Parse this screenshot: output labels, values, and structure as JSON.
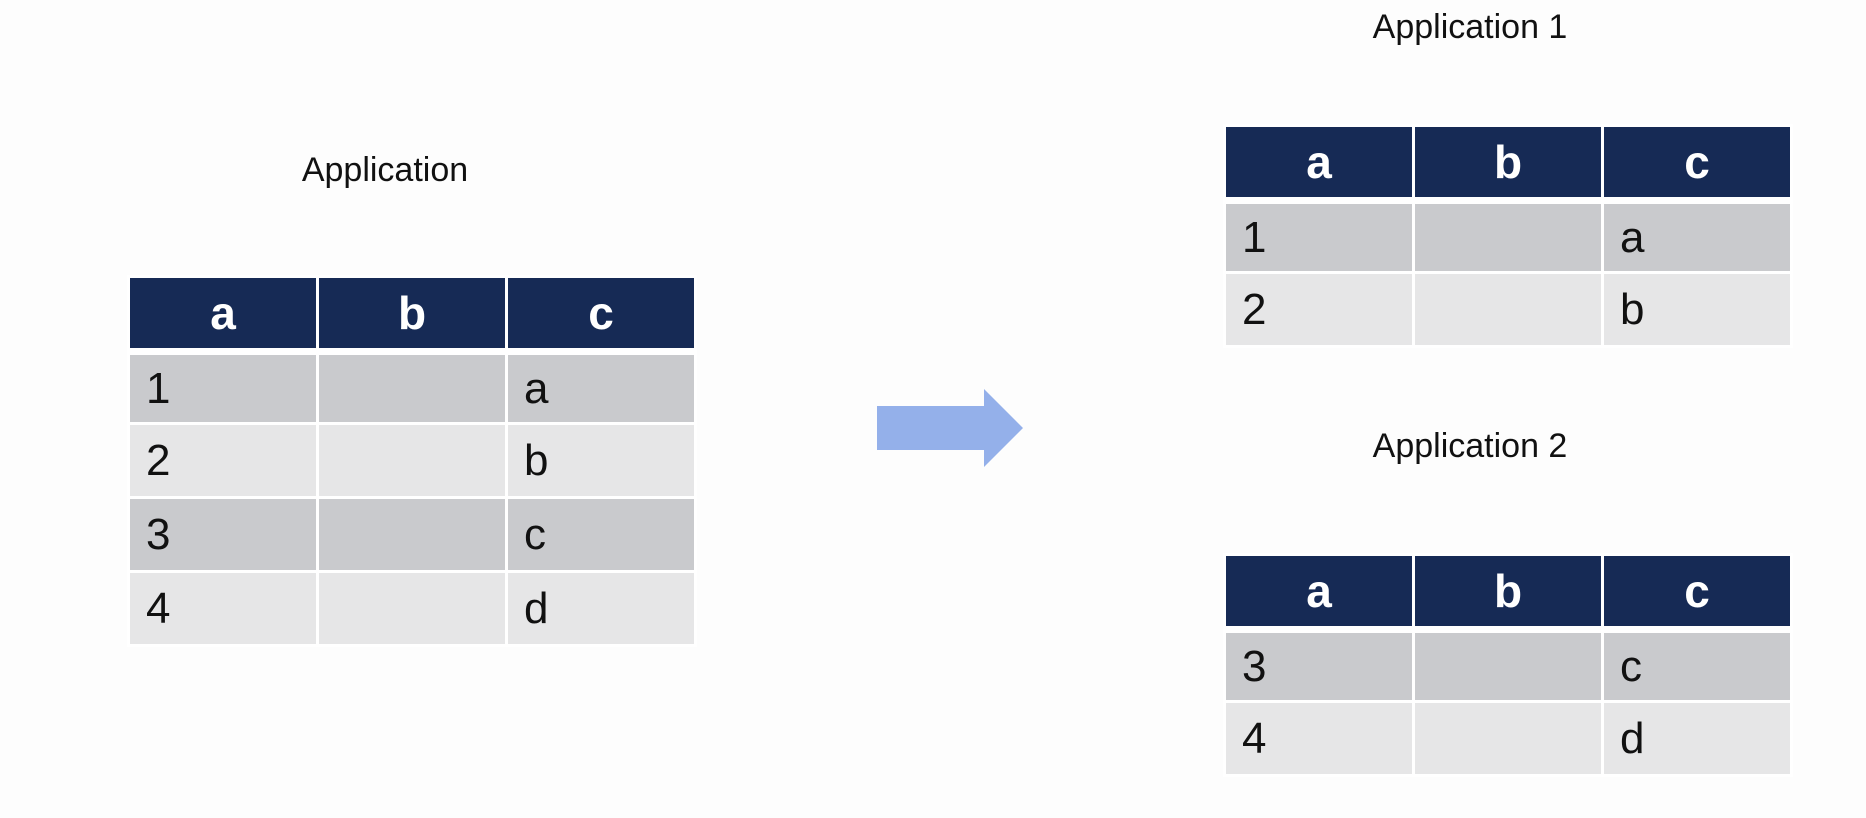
{
  "source": {
    "caption": "Application",
    "headers": [
      "a",
      "b",
      "c"
    ],
    "rows": [
      [
        "1",
        "",
        "a"
      ],
      [
        "2",
        "",
        "b"
      ],
      [
        "3",
        "",
        "c"
      ],
      [
        "4",
        "",
        "d"
      ]
    ]
  },
  "arrow": {
    "color": "#94b0ea",
    "icon": "right-arrow-icon"
  },
  "outputs": [
    {
      "caption": "Application 1",
      "headers": [
        "a",
        "b",
        "c"
      ],
      "rows": [
        [
          "1",
          "",
          "a"
        ],
        [
          "2",
          "",
          "b"
        ]
      ]
    },
    {
      "caption": "Application 2",
      "headers": [
        "a",
        "b",
        "c"
      ],
      "rows": [
        [
          "3",
          "",
          "c"
        ],
        [
          "4",
          "",
          "d"
        ]
      ]
    }
  ],
  "colors": {
    "header_bg": "#162a55",
    "row_dark": "#c9cacd",
    "row_light": "#e6e6e7"
  }
}
